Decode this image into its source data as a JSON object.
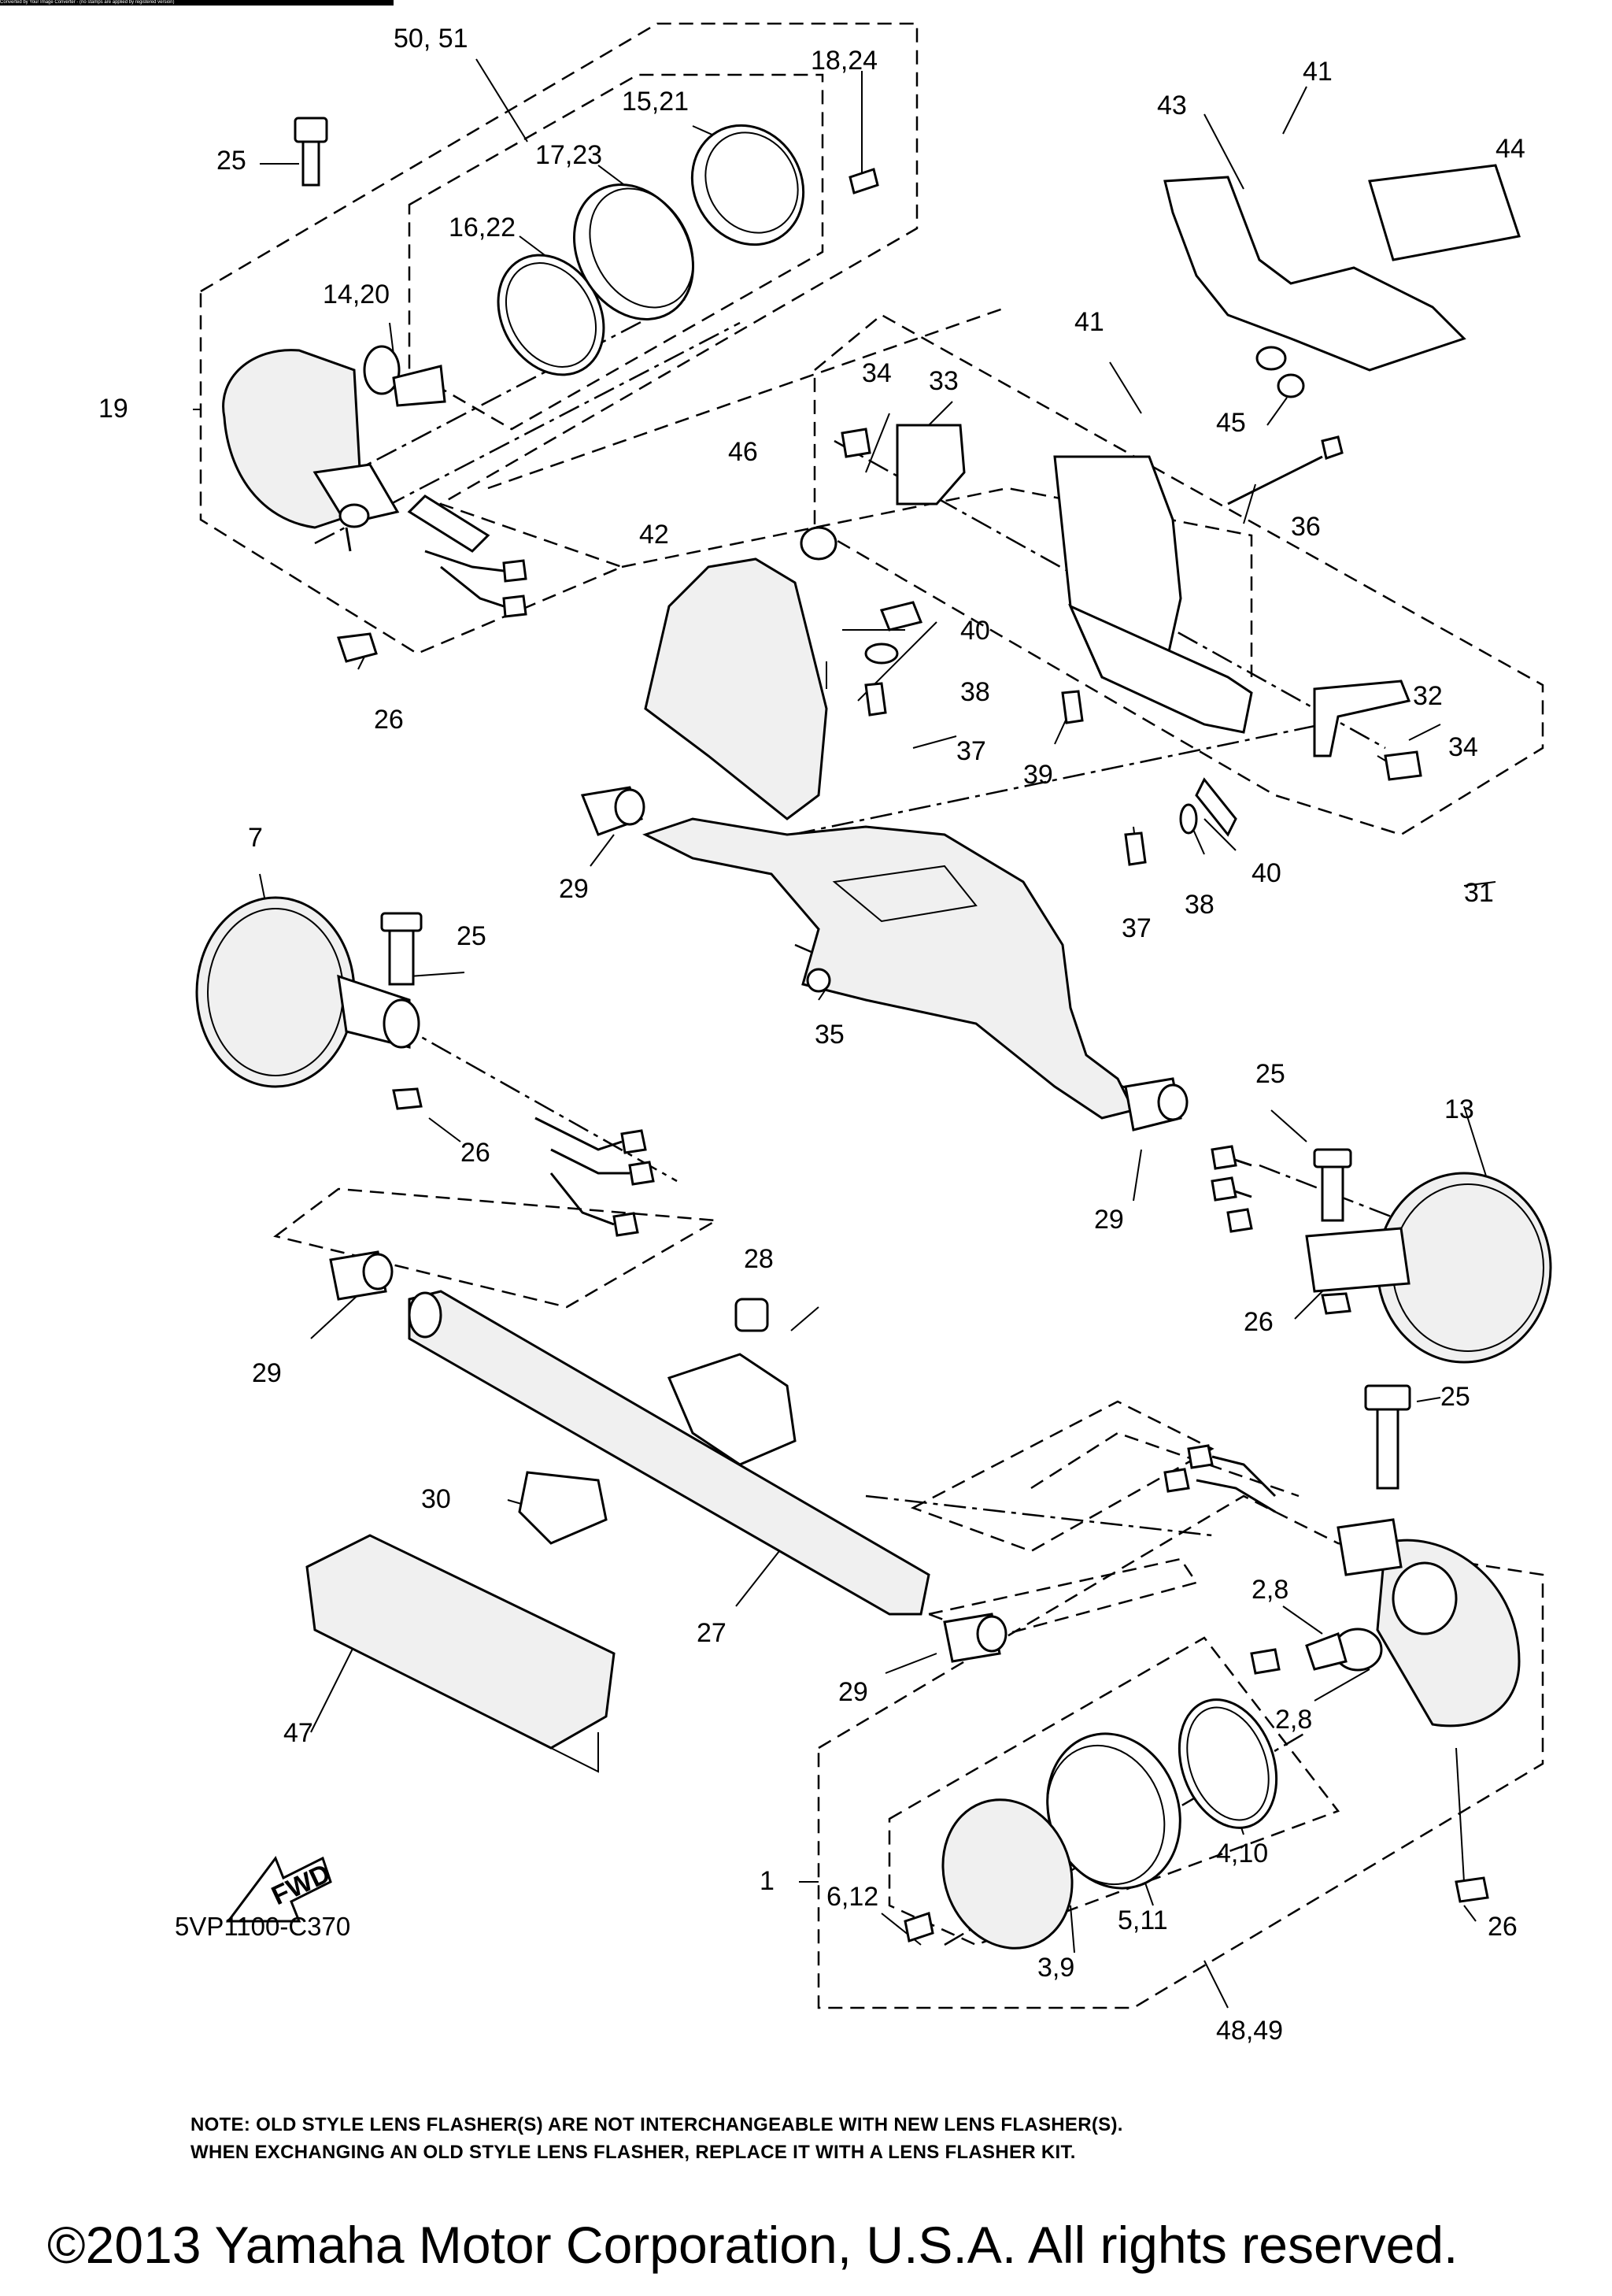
{
  "diagram": {
    "code": "5VP1100-C370",
    "fwd_label": "FWD",
    "note_line1": "NOTE: OLD STYLE LENS FLASHER(S) ARE NOT INTERCHANGEABLE WITH NEW LENS FLASHER(S).",
    "note_line2": "WHEN EXCHANGING AN OLD  STYLE  LENS FLASHER, REPLACE IT WITH A LENS FLASHER KIT.",
    "copyright": "©2013 Yamaha Motor Corporation, U.S.A. All rights reserved.",
    "banner": "Converted by Your Image Converter - (no stamps are applied by registered version)",
    "callouts": [
      "50, 51",
      "18,24",
      "15,21",
      "17,23",
      "25",
      "16,22",
      "14,20",
      "19",
      "26",
      "41",
      "43",
      "44",
      "45",
      "41",
      "34",
      "33",
      "46",
      "36",
      "42",
      "40",
      "38",
      "37",
      "39",
      "32",
      "34",
      "29",
      "40",
      "38",
      "37",
      "31",
      "7",
      "25",
      "35",
      "26",
      "25",
      "13",
      "29",
      "26",
      "28",
      "29",
      "25",
      "30",
      "27",
      "2,8",
      "29",
      "2,8",
      "47",
      "1",
      "6,12",
      "4,10",
      "5,11",
      "3,9",
      "26",
      "48,49"
    ]
  }
}
